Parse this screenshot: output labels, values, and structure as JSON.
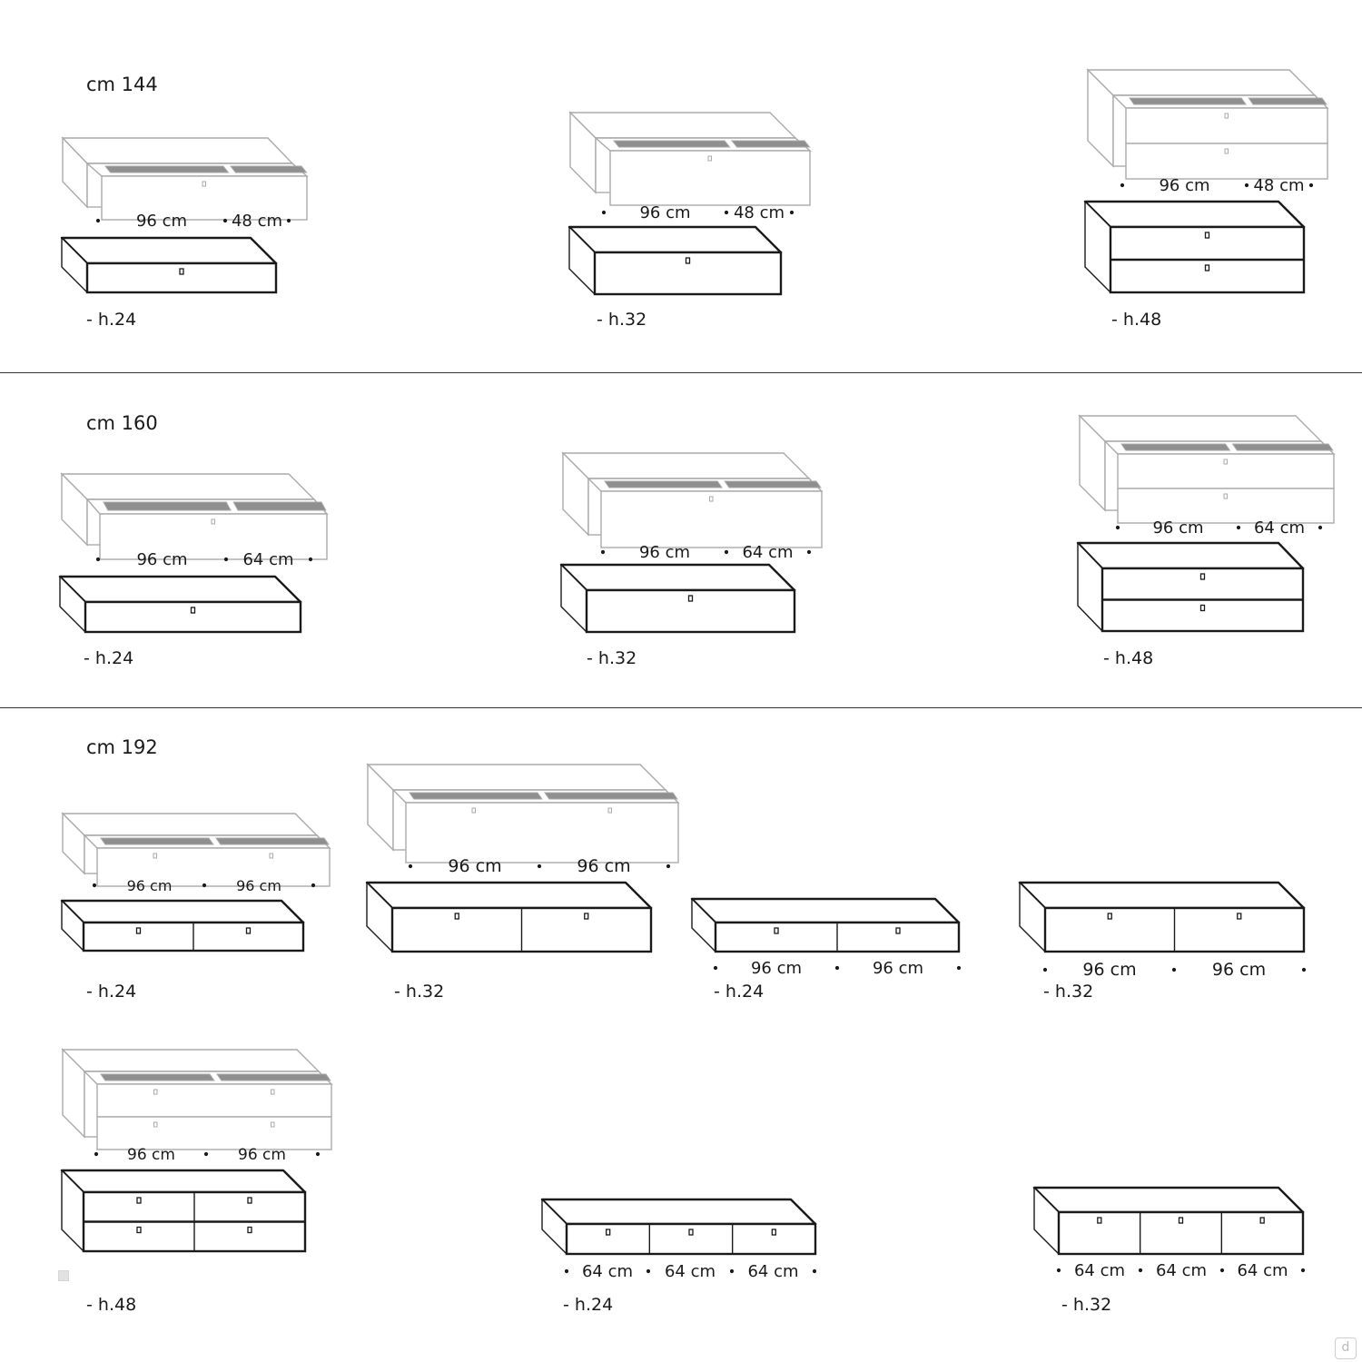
{
  "colors": {
    "line": "#1a1a1a",
    "ghost": "#aaaaaa",
    "interior": "#8f8f8f"
  },
  "sections": [
    {
      "title": "cm 144"
    },
    {
      "title": "cm 160"
    },
    {
      "title": "cm 192"
    }
  ],
  "configs": [
    {
      "height_label": "- h.24",
      "dims": [
        "96 cm",
        "48 cm"
      ]
    },
    {
      "height_label": "- h.32",
      "dims": [
        "96 cm",
        "48 cm"
      ]
    },
    {
      "height_label": "- h.48",
      "dims": [
        "96 cm",
        "48 cm"
      ]
    },
    {
      "height_label": "- h.24",
      "dims": [
        "96 cm",
        "64 cm"
      ]
    },
    {
      "height_label": "- h.32",
      "dims": [
        "96 cm",
        "64 cm"
      ]
    },
    {
      "height_label": "- h.48",
      "dims": [
        "96 cm",
        "64 cm"
      ]
    },
    {
      "height_label": "- h.24",
      "dims": [
        "96 cm",
        "96 cm"
      ]
    },
    {
      "height_label": "- h.32",
      "dims": [
        "96 cm",
        "96 cm"
      ]
    },
    {
      "height_label": "- h.24",
      "dims": [
        "96 cm",
        "96 cm"
      ]
    },
    {
      "height_label": "- h.32",
      "dims": [
        "96 cm",
        "96 cm"
      ]
    },
    {
      "height_label": "- h.48",
      "dims": [
        "96 cm",
        "96 cm"
      ]
    },
    {
      "height_label": "- h.24",
      "dims": [
        "64 cm",
        "64 cm",
        "64 cm"
      ]
    },
    {
      "height_label": "- h.32",
      "dims": [
        "64 cm",
        "64 cm",
        "64 cm"
      ]
    }
  ],
  "watermark": {
    "logo_text": "d"
  }
}
